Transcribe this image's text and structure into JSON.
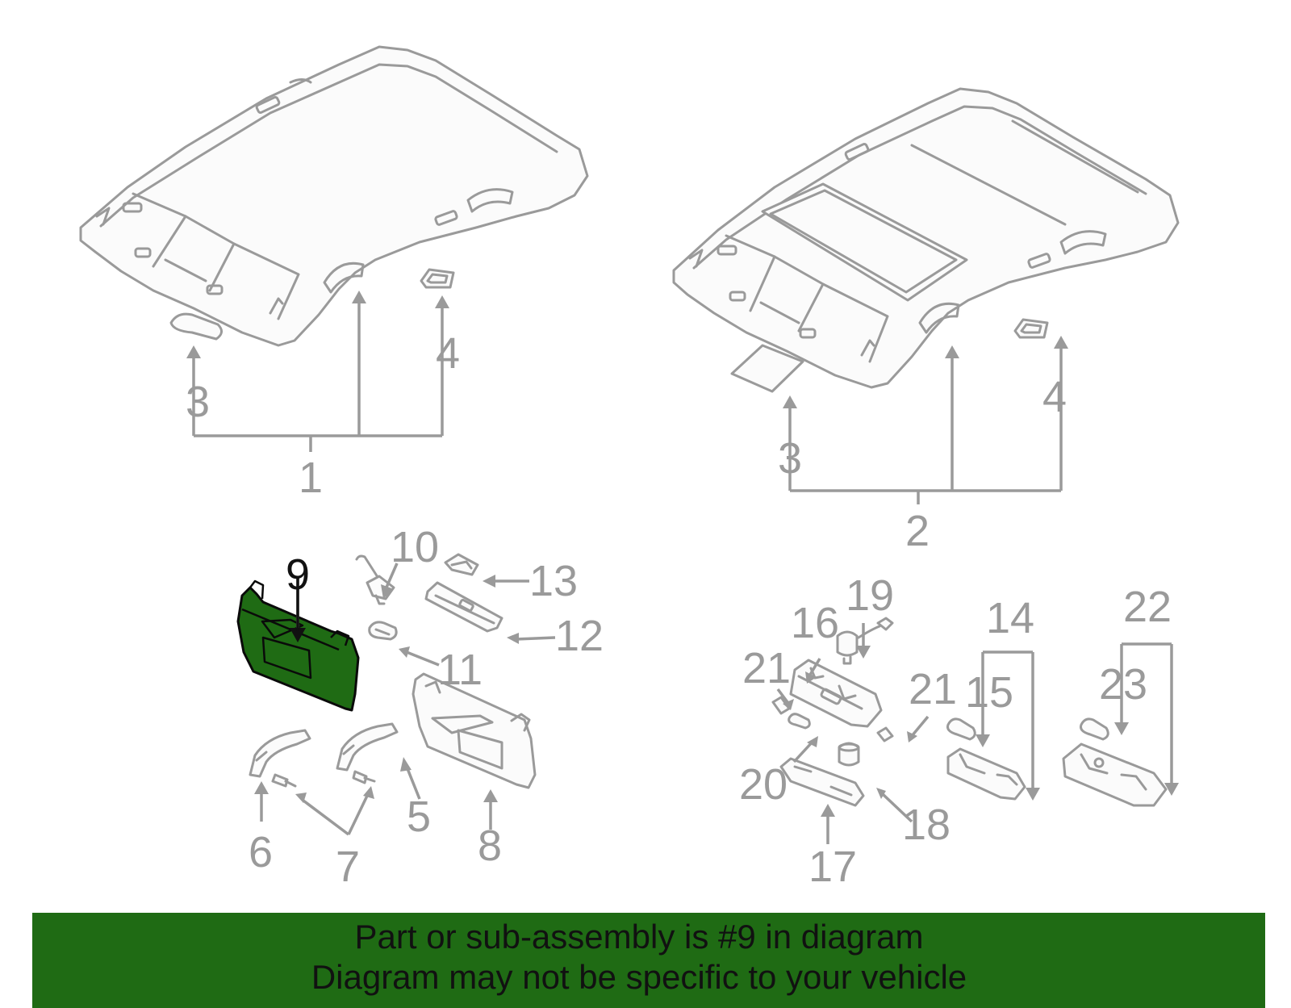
{
  "callouts": {
    "n1": "1",
    "n2": "2",
    "n3a": "3",
    "n3b": "3",
    "n4a": "4",
    "n4b": "4",
    "n5": "5",
    "n6": "6",
    "n7": "7",
    "n8": "8",
    "n9": "9",
    "n10": "10",
    "n11": "11",
    "n12": "12",
    "n13": "13",
    "n14": "14",
    "n15": "15",
    "n16": "16",
    "n17": "17",
    "n18": "18",
    "n19": "19",
    "n20": "20",
    "n21a": "21",
    "n21b": "21",
    "n22": "22",
    "n23": "23"
  },
  "highlight": {
    "part_number": "9",
    "color": "#1f6b14"
  },
  "colors": {
    "line": "#9a9a9a",
    "highlight": "#1f6b14",
    "banner": "#1f6b14",
    "text_dark": "#111111"
  },
  "banner": {
    "line1": "Part or sub-assembly is #9 in diagram",
    "line2": "Diagram may not be specific to your vehicle"
  }
}
